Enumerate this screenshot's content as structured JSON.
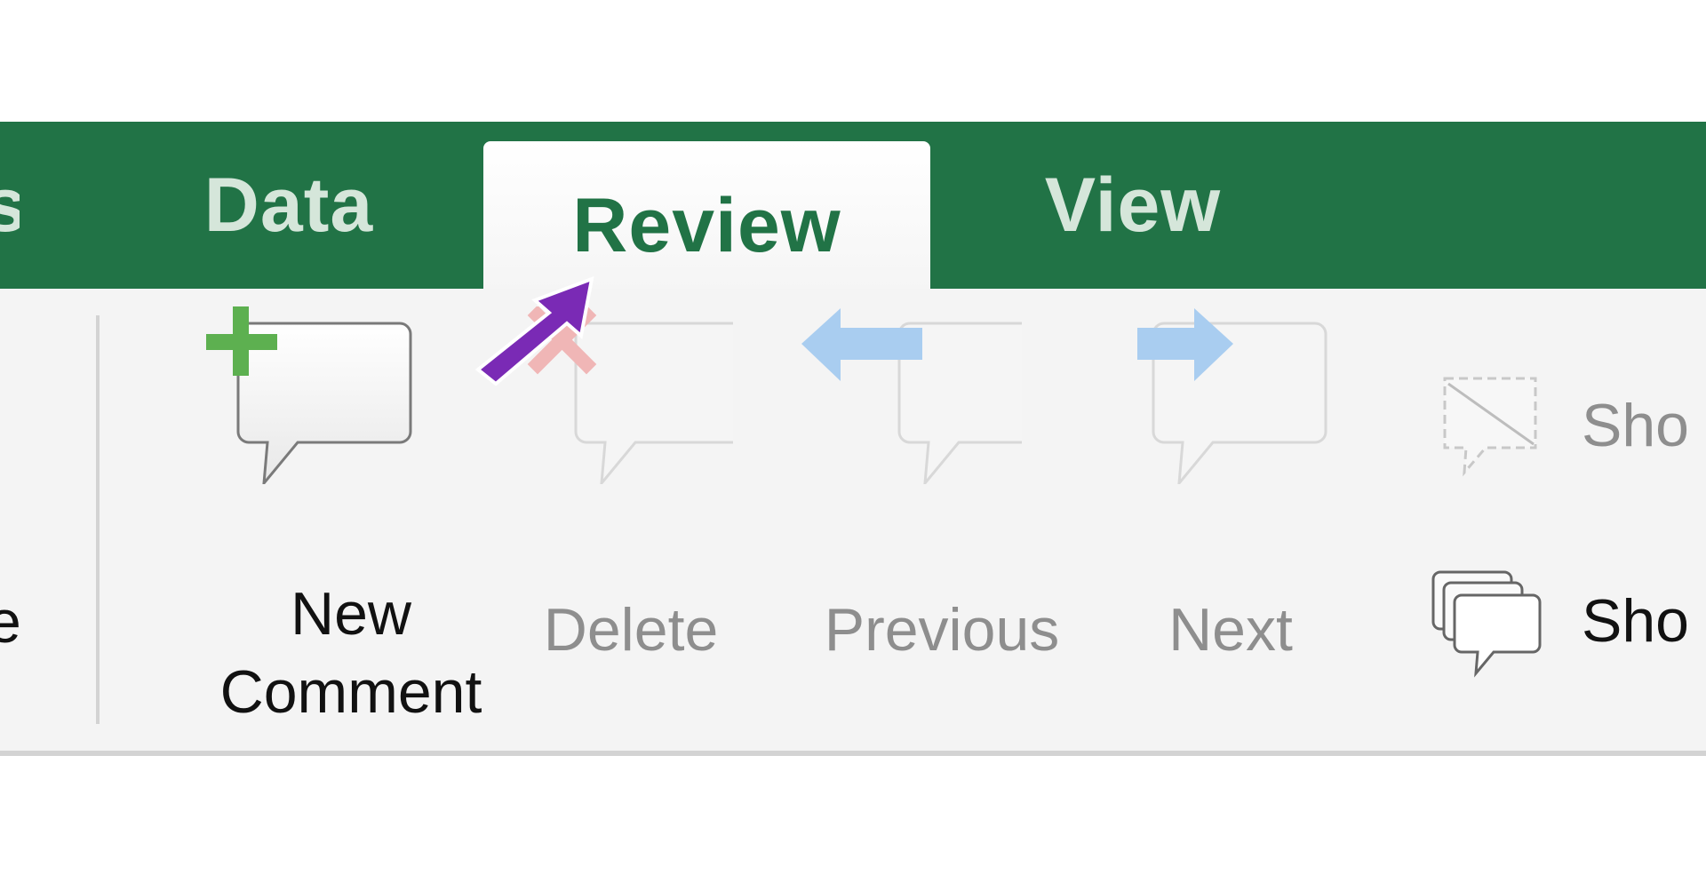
{
  "tabs": {
    "partial_left": "s",
    "data": "Data",
    "review": "Review",
    "view": "View"
  },
  "ribbon": {
    "cut_prev_label": "e",
    "new_comment": {
      "line1": "New",
      "line2": "Comment",
      "icon": "new-comment-icon",
      "enabled": true
    },
    "delete": {
      "label": "Delete",
      "icon": "delete-comment-icon",
      "enabled": false
    },
    "previous": {
      "label": "Previous",
      "icon": "previous-comment-icon",
      "enabled": false
    },
    "next": {
      "label": "Next",
      "icon": "next-comment-icon",
      "enabled": false
    },
    "show_comment": {
      "label": "Sho",
      "icon": "show-comment-icon",
      "enabled": false
    },
    "show_all": {
      "label": "Sho",
      "icon": "show-all-comments-icon",
      "enabled": true
    }
  },
  "annotation": {
    "icon": "pointer-arrow-icon",
    "color": "#7a2ab5"
  },
  "colors": {
    "tabbar": "#217346",
    "active_tab_text": "#217346",
    "inactive_tab_text": "#d5e6da",
    "ribbon_bg": "#f4f4f4",
    "add_green": "#5db050",
    "delete_red": "#f0b6b6",
    "nav_blue": "#a9cdf0"
  }
}
